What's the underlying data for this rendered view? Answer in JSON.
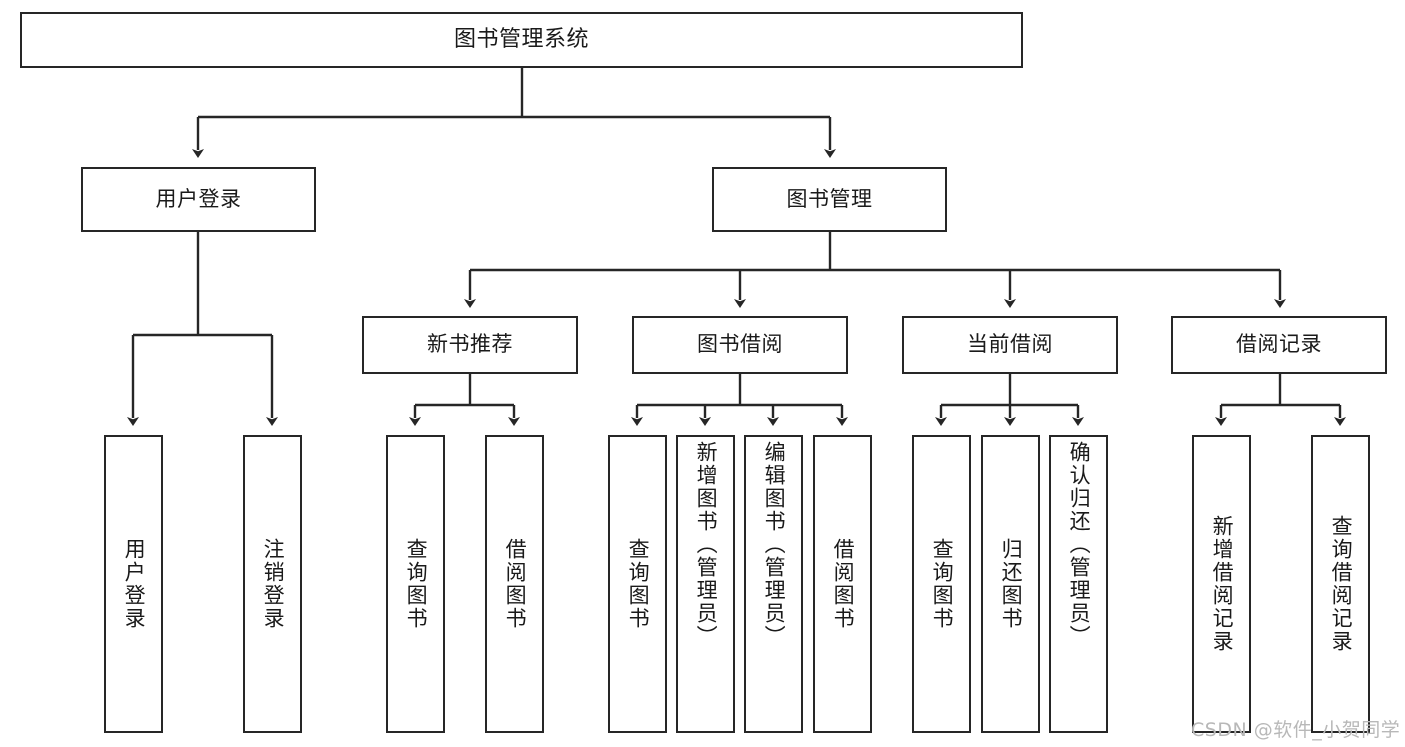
{
  "diagram": {
    "title": "图书管理系统",
    "type": "tree-hierarchy-diagram",
    "colors": {
      "node_border": "#262626",
      "node_fill": "#ffffff",
      "edge": "#262626",
      "text": "#1a1a1a",
      "watermark": "#b8b8b8",
      "background": "#ffffff"
    }
  },
  "nodes": {
    "root": {
      "label": "图书管理系统"
    },
    "level1": [
      {
        "label": "用户登录"
      },
      {
        "label": "图书管理"
      }
    ],
    "level2": [
      {
        "label": "新书推荐"
      },
      {
        "label": "图书借阅"
      },
      {
        "label": "当前借阅"
      },
      {
        "label": "借阅记录"
      }
    ],
    "leaves": {
      "user_login": [
        {
          "label": "用户登录"
        },
        {
          "label": "注销登录"
        }
      ],
      "new_book_recommend": [
        {
          "label": "查询图书"
        },
        {
          "label": "借阅图书"
        }
      ],
      "book_borrow": [
        {
          "label": "查询图书"
        },
        {
          "label": "新增图书（管理员）"
        },
        {
          "label": "编辑图书（管理员）"
        },
        {
          "label": "借阅图书"
        }
      ],
      "current_borrow": [
        {
          "label": "查询图书"
        },
        {
          "label": "归还图书"
        },
        {
          "label": "确认归还（管理员）"
        }
      ],
      "borrow_record": [
        {
          "label": "新增借阅记录"
        },
        {
          "label": "查询借阅记录"
        }
      ]
    }
  },
  "watermark": {
    "text": "CSDN @软件_小贺同学"
  }
}
